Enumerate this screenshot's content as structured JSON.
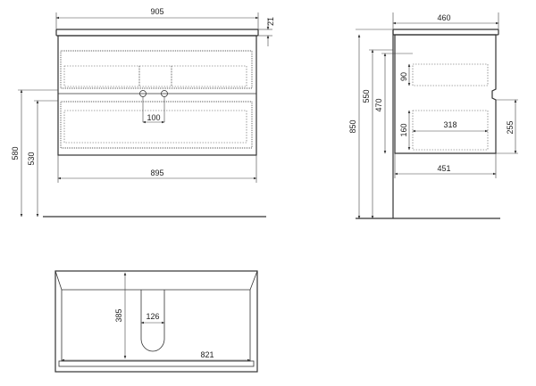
{
  "front_view": {
    "dim_top_width": "905",
    "dim_top_thickness": "21",
    "dim_pipe_spacing": "100",
    "dim_body_width": "895",
    "dim_height_580": "580",
    "dim_height_530": "530"
  },
  "side_view": {
    "dim_top_depth": "460",
    "dim_drawer_top_height": "90",
    "dim_height_550": "550",
    "dim_height_470": "470",
    "dim_total_height": "850",
    "dim_drawer_inner_depth": "318",
    "dim_drawer_bottom_height": "160",
    "dim_height_255": "255",
    "dim_body_depth": "451"
  },
  "plan_view": {
    "dim_cutout_depth": "385",
    "dim_cutout_width": "126",
    "dim_inner_width": "821"
  }
}
